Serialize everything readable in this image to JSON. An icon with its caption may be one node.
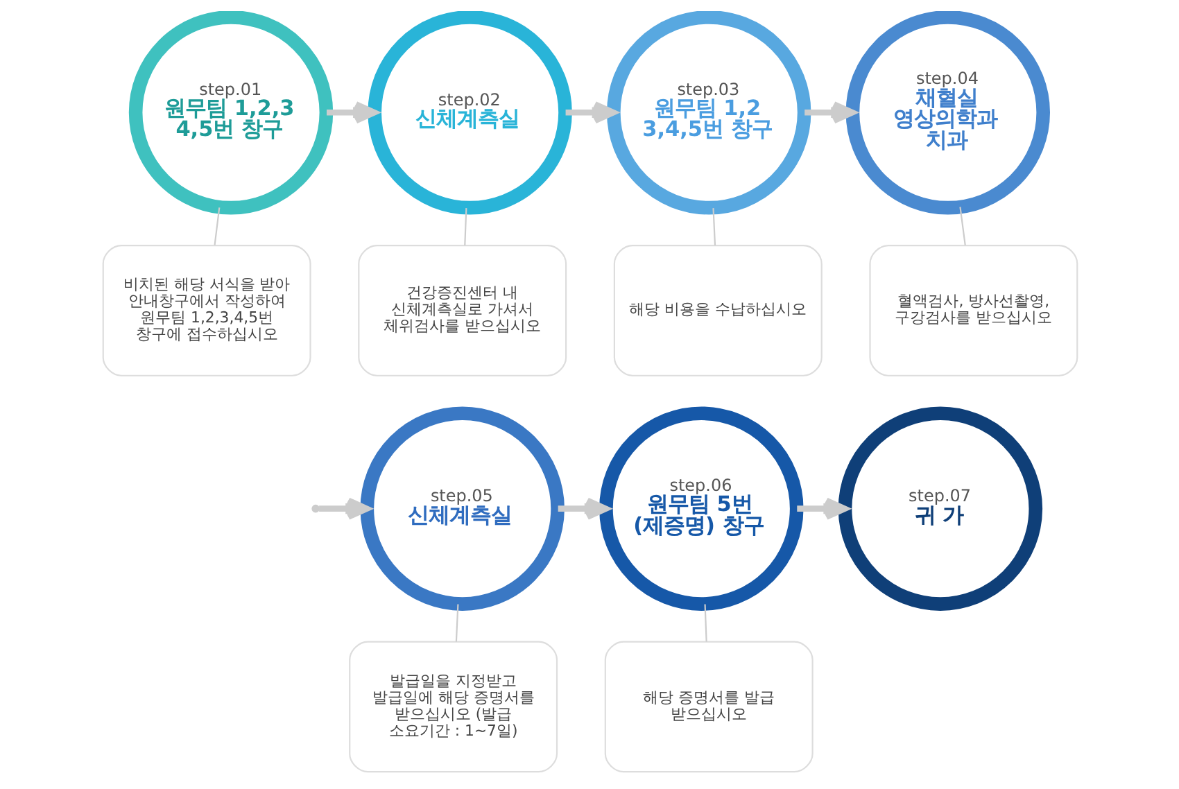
{
  "diagram": {
    "nodes": [
      {
        "text": [
          "step.01",
          "원무팀 1,2,3 4,5번 창구"
        ]
      },
      {
        "text": [
          "step.02",
          "신체계측실"
        ]
      },
      {
        "text": [
          "step.03",
          "원무팀 1,2 3,4,5번 창구"
        ]
      },
      {
        "text": [
          "step.04",
          "채혈실 영상의학과 치과"
        ]
      },
      {
        "text": [
          "step.05",
          "신체계측실"
        ]
      },
      {
        "text": [
          "step.06",
          "원무팀 5번 (제증명) 창구"
        ]
      },
      {
        "text": [
          "step.07",
          "귀 가"
        ]
      },
      {
        "text": [
          "비치된 해당 서식을 받아 안내창구에서 작성하여 원무팀 1,2,3,4,5번 창구에 접수하십시오"
        ]
      },
      {
        "text": [
          "건강증진센터 내 신체계측실로 가셔서 체위검사를 받으십시오"
        ]
      },
      {
        "text": [
          "해당 비용을 수납하십시오"
        ]
      },
      {
        "text": [
          "혈액검사, 방사선촬영, 구강검사를 받으십시오"
        ]
      },
      {
        "text": [
          "발급일을 지정받고 발급일에 해당 증명서를 받으십시오 (발급 소요기간 : 1~7일)"
        ]
      },
      {
        "text": [
          "해당 증명서를 발급 받으십시오"
        ]
      }
    ],
    "edges": [
      {
        "from": 0,
        "to": 1,
        "arrow": "to",
        "style": "thick"
      },
      {
        "from": 1,
        "to": 2,
        "arrow": "to",
        "style": "thick"
      },
      {
        "from": 2,
        "to": 3,
        "arrow": "to",
        "style": "thick"
      },
      {
        "from": null,
        "to": 4,
        "arrow": "to",
        "style": "thick"
      },
      {
        "from": 4,
        "to": 5,
        "arrow": "to",
        "style": "thick"
      },
      {
        "from": 5,
        "to": 6,
        "arrow": "to",
        "style": "thick"
      },
      {
        "from": 0,
        "to": 7,
        "arrow": "none"
      },
      {
        "from": 1,
        "to": 8,
        "arrow": "none"
      },
      {
        "from": 2,
        "to": 9,
        "arrow": "none"
      },
      {
        "from": 3,
        "to": 10,
        "arrow": "none"
      },
      {
        "from": 4,
        "to": 11,
        "arrow": "none"
      },
      {
        "from": 5,
        "to": 12,
        "arrow": "none"
      }
    ]
  }
}
